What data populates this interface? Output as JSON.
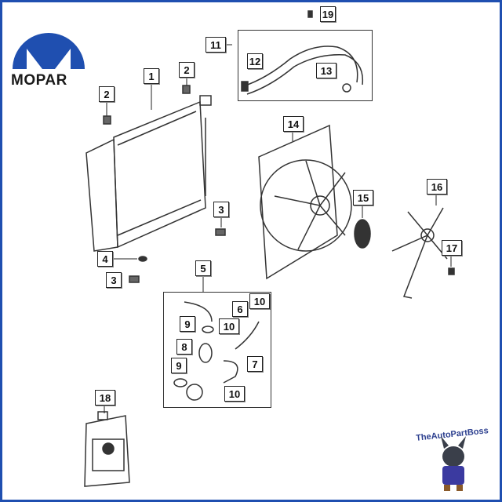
{
  "brand": {
    "name": "MOPAR",
    "color": "#1f4fb0"
  },
  "watermark": {
    "name": "TheAutoPartBoss"
  },
  "callouts": [
    "19",
    "11",
    "12",
    "13",
    "2",
    "1",
    "2",
    "14",
    "15",
    "16",
    "3",
    "17",
    "4",
    "3",
    "5",
    "6",
    "10",
    "9",
    "10",
    "8",
    "9",
    "7",
    "10",
    "18"
  ],
  "colors": {
    "border": "#1f4fb0",
    "line": "#222222"
  }
}
